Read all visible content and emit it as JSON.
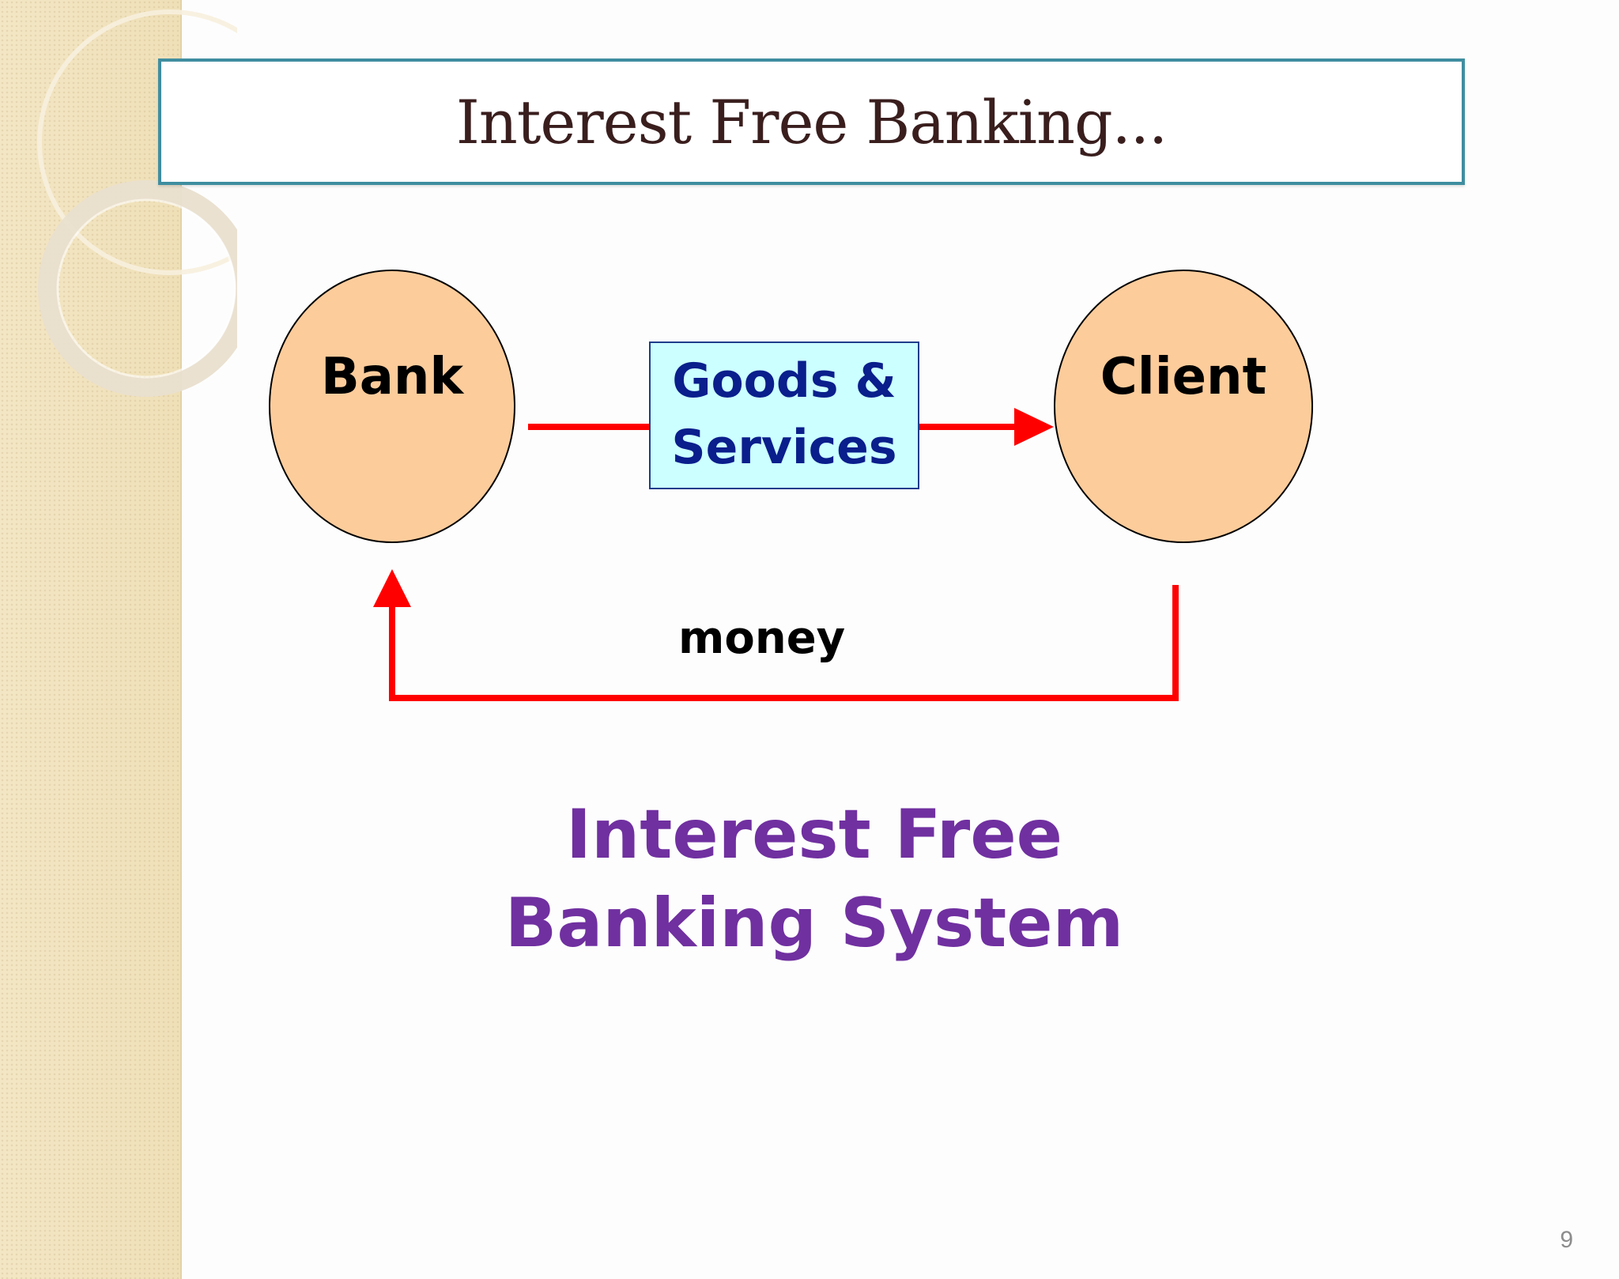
{
  "slide": {
    "title": "Interest Free Banking...",
    "page_number": "9"
  },
  "diagram": {
    "nodes": [
      {
        "id": "bank",
        "label": "Bank"
      },
      {
        "id": "client",
        "label": "Client"
      }
    ],
    "flow_box": {
      "line1": "Goods &",
      "line2": "Services"
    },
    "edges": [
      {
        "from": "bank",
        "to": "client",
        "label": "Goods & Services"
      },
      {
        "from": "client",
        "to": "bank",
        "label": "money"
      }
    ],
    "return_label": "money"
  },
  "caption": {
    "line1": "Interest Free",
    "line2": "Banking System"
  },
  "colors": {
    "node_fill": "#fdcc9b",
    "arrow": "#ff0000",
    "box_fill": "#ccffff",
    "box_text": "#0a1e8c",
    "caption": "#7030a0",
    "title_border": "#3f8ea0"
  }
}
